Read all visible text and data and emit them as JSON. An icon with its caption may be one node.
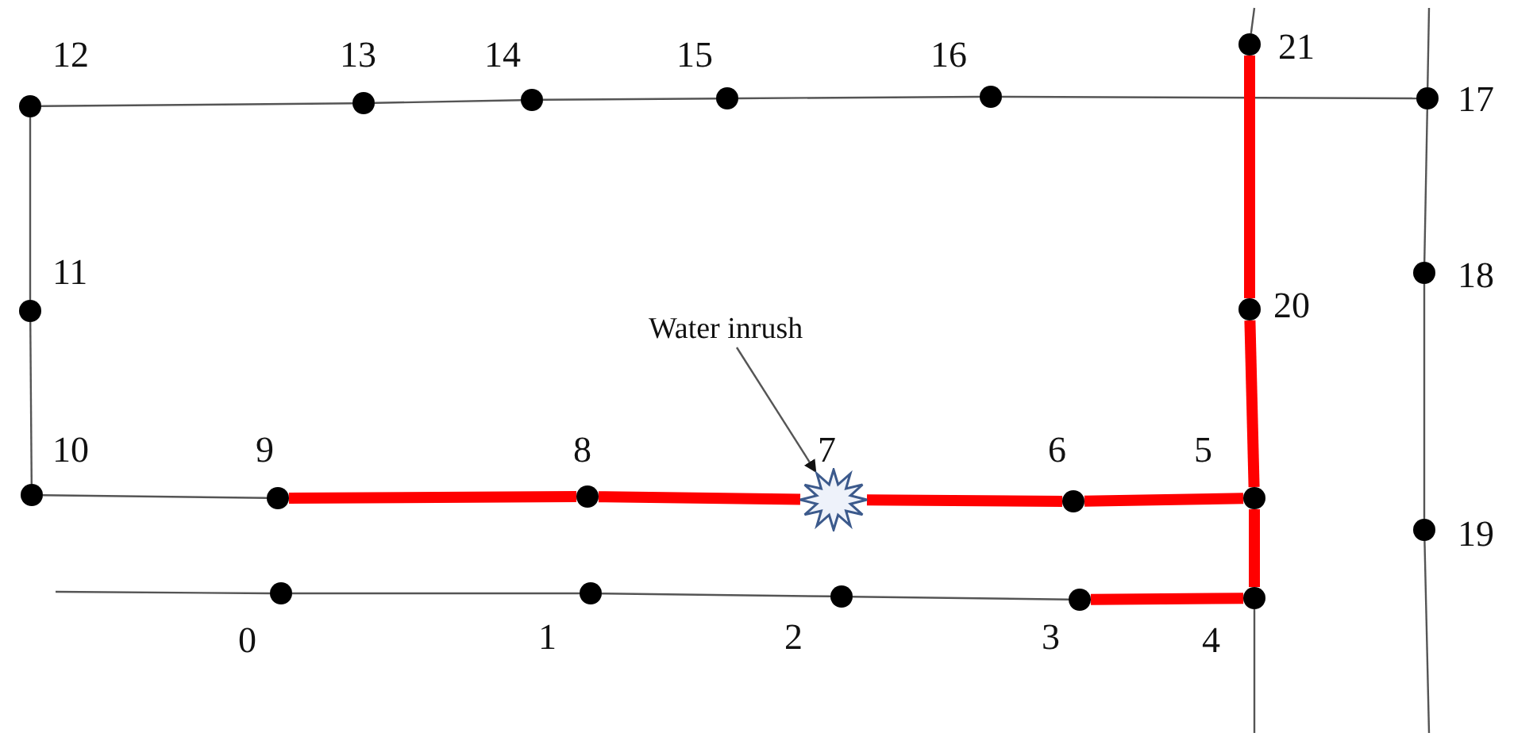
{
  "diagram": {
    "nodes": [
      {
        "text": [],
        "shape": "circle",
        "beside": [
          "0"
        ]
      },
      {
        "text": [],
        "shape": "circle",
        "beside": [
          "1"
        ]
      },
      {
        "text": [],
        "shape": "circle",
        "beside": [
          "2"
        ]
      },
      {
        "text": [],
        "shape": "circle",
        "beside": [
          "3"
        ]
      },
      {
        "text": [],
        "shape": "circle",
        "beside": [
          "4"
        ]
      },
      {
        "text": [],
        "shape": "circle",
        "beside": [
          "5"
        ]
      },
      {
        "text": [],
        "shape": "circle",
        "beside": [
          "6"
        ]
      },
      {
        "text": [],
        "shape": "starburst",
        "beside": [
          "7"
        ]
      },
      {
        "text": [],
        "shape": "circle",
        "beside": [
          "8"
        ]
      },
      {
        "text": [],
        "shape": "circle",
        "beside": [
          "9"
        ]
      },
      {
        "text": [],
        "shape": "circle",
        "beside": [
          "10"
        ]
      },
      {
        "text": [],
        "shape": "circle",
        "beside": [
          "11"
        ]
      },
      {
        "text": [],
        "shape": "circle",
        "beside": [
          "12"
        ]
      },
      {
        "text": [],
        "shape": "circle",
        "beside": [
          "13"
        ]
      },
      {
        "text": [],
        "shape": "circle",
        "beside": [
          "14"
        ]
      },
      {
        "text": [],
        "shape": "circle",
        "beside": [
          "15"
        ]
      },
      {
        "text": [],
        "shape": "circle",
        "beside": [
          "16"
        ]
      },
      {
        "text": [],
        "shape": "circle",
        "beside": [
          "17"
        ]
      },
      {
        "text": [],
        "shape": "circle",
        "beside": [
          "18"
        ]
      },
      {
        "text": [],
        "shape": "circle",
        "beside": [
          "19"
        ]
      },
      {
        "text": [],
        "shape": "circle",
        "beside": [
          "20"
        ]
      },
      {
        "text": [],
        "shape": "circle",
        "beside": [
          "21"
        ]
      },
      {
        "text": [
          "Water inrush"
        ]
      }
    ],
    "edges": [
      {
        "from": null,
        "to": 0,
        "arrow": "none"
      },
      {
        "from": 0,
        "to": 1,
        "arrow": "none"
      },
      {
        "from": 1,
        "to": 2,
        "arrow": "none"
      },
      {
        "from": 2,
        "to": 3,
        "arrow": "none"
      },
      {
        "from": 3,
        "to": 4,
        "arrow": "none",
        "style": "thick",
        "color": "#ff0000"
      },
      {
        "from": 10,
        "to": 9,
        "arrow": "none"
      },
      {
        "from": 9,
        "to": 8,
        "arrow": "none",
        "style": "thick",
        "color": "#ff0000"
      },
      {
        "from": 8,
        "to": 7,
        "arrow": "none",
        "style": "thick",
        "color": "#ff0000"
      },
      {
        "from": 7,
        "to": 6,
        "arrow": "none",
        "style": "thick",
        "color": "#ff0000"
      },
      {
        "from": 6,
        "to": 5,
        "arrow": "none",
        "style": "thick",
        "color": "#ff0000"
      },
      {
        "from": 10,
        "to": 11,
        "arrow": "none"
      },
      {
        "from": 11,
        "to": 12,
        "arrow": "none"
      },
      {
        "from": 12,
        "to": 13,
        "arrow": "none"
      },
      {
        "from": 13,
        "to": 14,
        "arrow": "none"
      },
      {
        "from": 14,
        "to": 15,
        "arrow": "none"
      },
      {
        "from": 15,
        "to": 16,
        "arrow": "none"
      },
      {
        "from": 16,
        "to": 17,
        "arrow": "none"
      },
      {
        "from": null,
        "to": 21,
        "arrow": "none"
      },
      {
        "from": 21,
        "to": 20,
        "arrow": "none",
        "style": "thick",
        "color": "#ff0000"
      },
      {
        "from": 20,
        "to": 5,
        "arrow": "none",
        "style": "thick",
        "color": "#ff0000"
      },
      {
        "from": 5,
        "to": 4,
        "arrow": "none",
        "style": "thick",
        "color": "#ff0000"
      },
      {
        "from": 4,
        "to": null,
        "arrow": "none"
      },
      {
        "from": null,
        "to": 17,
        "arrow": "none"
      },
      {
        "from": 17,
        "to": 18,
        "arrow": "none"
      },
      {
        "from": 18,
        "to": 19,
        "arrow": "none"
      },
      {
        "from": 19,
        "to": null,
        "arrow": "none"
      },
      {
        "from": 22,
        "to": 7,
        "arrow": "to"
      }
    ]
  }
}
